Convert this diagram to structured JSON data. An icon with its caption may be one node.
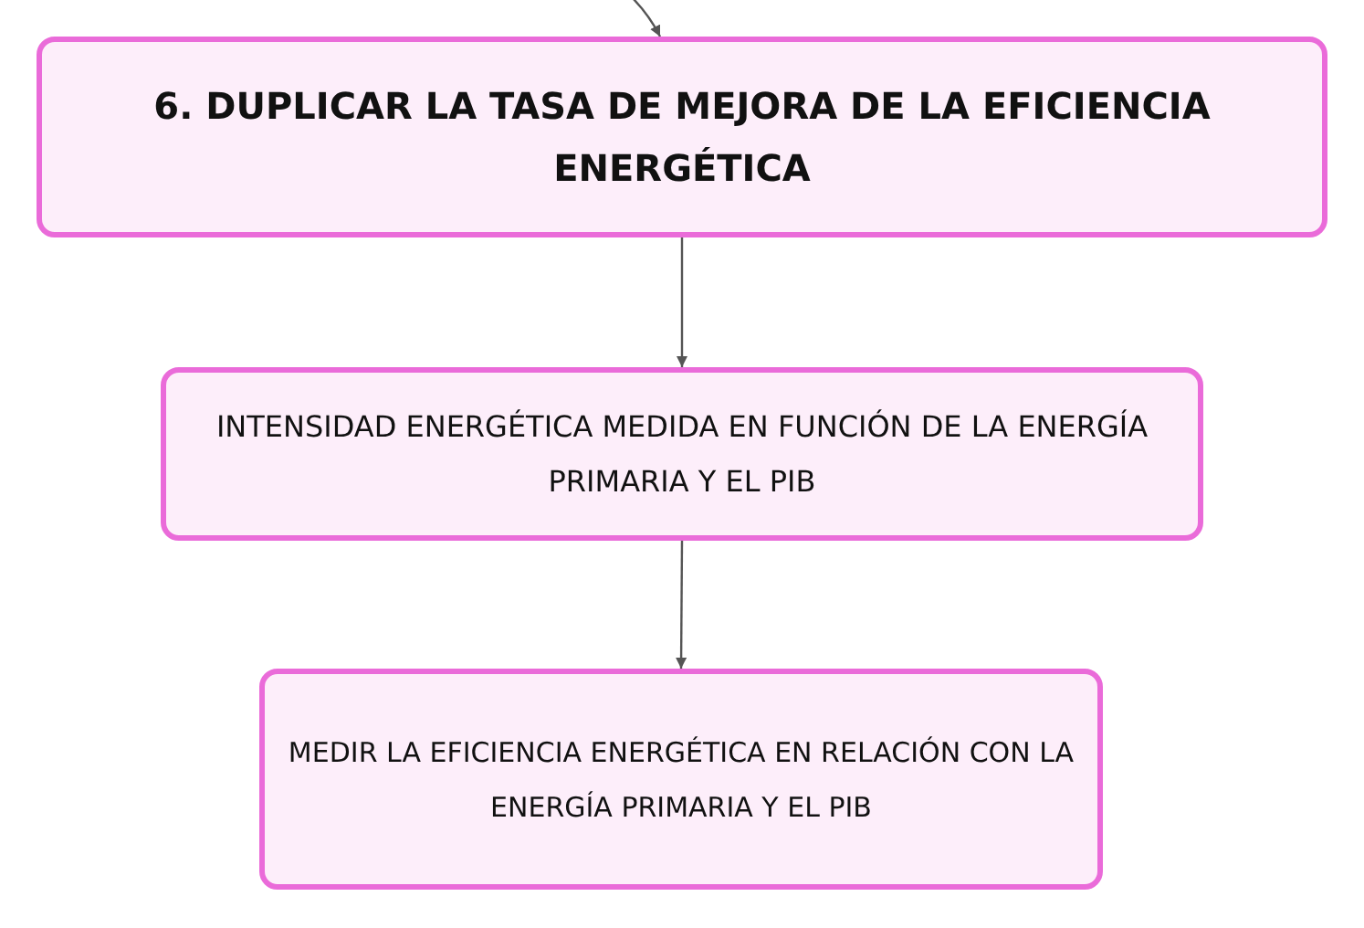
{
  "diagram": {
    "nodes": [
      {
        "text": [
          "6. DUPLICAR LA TASA DE MEJORA DE LA EFICIENCIA ENERGÉTICA"
        ]
      },
      {
        "text": [
          "INTENSIDAD ENERGÉTICA MEDIDA EN FUNCIÓN DE LA ENERGÍA PRIMARIA Y EL PIB"
        ]
      },
      {
        "text": [
          "MEDIR LA EFICIENCIA ENERGÉTICA EN RELACIÓN CON LA ENERGÍA PRIMARIA Y EL PIB"
        ]
      }
    ],
    "edges": [
      {
        "from": null,
        "to": 0,
        "arrow": "to"
      },
      {
        "from": 0,
        "to": 1,
        "arrow": "to"
      },
      {
        "from": 1,
        "to": 2,
        "arrow": "to"
      }
    ]
  }
}
